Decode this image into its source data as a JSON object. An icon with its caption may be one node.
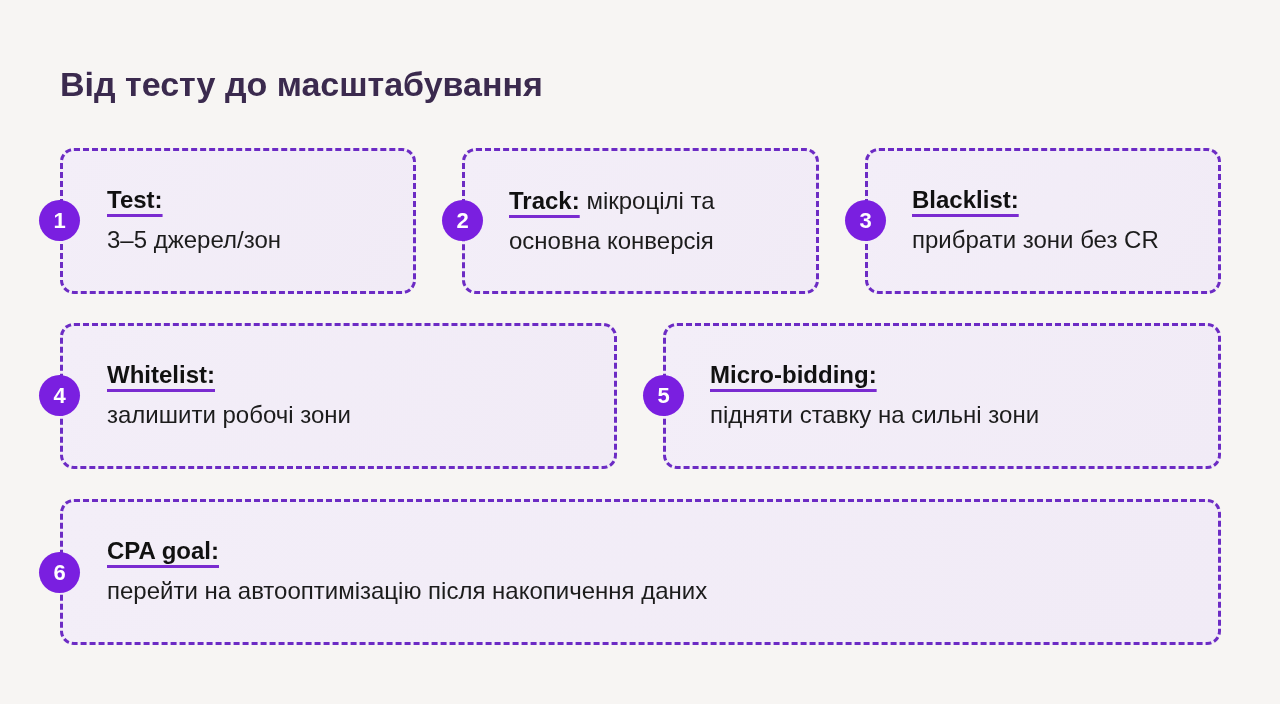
{
  "diagram": {
    "title": "Від тесту до масштабування",
    "nodes": [
      {
        "text": [
          "1"
        ]
      },
      {
        "text": [
          "Test:",
          "3–5 джерел/зон"
        ]
      },
      {
        "text": [
          "2"
        ]
      },
      {
        "text": [
          "**Track:** мікроцілі та основна конверсія"
        ]
      },
      {
        "text": [
          "3"
        ]
      },
      {
        "text": [
          "Blacklist:",
          "прибрати зони без CR"
        ]
      },
      {
        "text": [
          "4"
        ]
      },
      {
        "text": [
          "Whitelist:",
          "залишити робочі зони"
        ]
      },
      {
        "text": [
          "5"
        ]
      },
      {
        "text": [
          "Micro-bidding:",
          "підняти ставку на сильні зони"
        ]
      },
      {
        "text": [
          "6"
        ]
      },
      {
        "text": [
          "CPA goal:",
          "перейти на автооптимізацію після накопичення даних"
        ]
      }
    ]
  }
}
